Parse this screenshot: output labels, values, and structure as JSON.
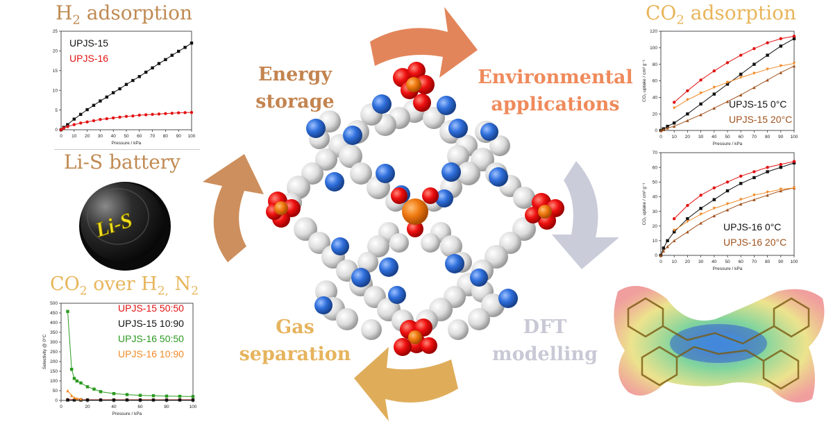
{
  "colors": {
    "title_h2": "#c08a52",
    "title_co2": "#e8b55a",
    "title_lis": "#c08a52",
    "title_sel": "#e8b55a",
    "energy": "#c38450",
    "environment": "#ef8a5b",
    "gas": "#e6b45e",
    "dft": "#c9c9d6"
  },
  "titles": {
    "h2": {
      "main": "H",
      "sub": "2",
      "rest": " adsorption"
    },
    "co2": {
      "main": "CO",
      "sub": "2",
      "rest": " adsorption"
    },
    "lis": "Li-S battery",
    "sel": {
      "main": "CO",
      "sub1": "2",
      "mid": " over H",
      "sub2": "2,",
      "mid2": " N",
      "sub3": "2"
    }
  },
  "cycle": {
    "energy": [
      "Energy",
      "storage"
    ],
    "environment": [
      "Environmental",
      "applications"
    ],
    "gas": [
      "Gas",
      "separation"
    ],
    "dft": [
      "DFT",
      "modelling"
    ]
  },
  "battery_label": "Li-S",
  "chart_data": [
    {
      "type": "line",
      "id": "h2",
      "xlabel": "Pressure / kPa",
      "ylabel": "",
      "xlim": [
        0,
        100
      ],
      "ylim": [
        0,
        25
      ],
      "xticks": [
        0,
        10,
        20,
        30,
        40,
        50,
        60,
        70,
        80,
        90,
        100
      ],
      "yticks": [
        0,
        5,
        10,
        15,
        20,
        25
      ],
      "legend": "top-left",
      "series": [
        {
          "name": "UPJS-15",
          "color": "#111111",
          "marker": "square",
          "x": [
            0,
            2,
            5,
            10,
            15,
            20,
            25,
            30,
            35,
            40,
            45,
            50,
            55,
            60,
            65,
            70,
            75,
            80,
            85,
            90,
            95,
            100
          ],
          "y": [
            0,
            0.6,
            1.3,
            2.7,
            3.9,
            5.1,
            6.2,
            7.3,
            8.3,
            9.4,
            10.4,
            11.5,
            12.5,
            13.5,
            14.6,
            15.7,
            16.8,
            17.8,
            18.9,
            19.9,
            20.9,
            22
          ]
        },
        {
          "name": "UPJS-16",
          "color": "#e21111",
          "marker": "circle",
          "x": [
            0,
            2,
            5,
            10,
            15,
            20,
            25,
            30,
            35,
            40,
            45,
            50,
            55,
            60,
            65,
            70,
            75,
            80,
            85,
            90,
            95,
            100
          ],
          "y": [
            0,
            0.4,
            0.8,
            1.3,
            1.7,
            2.0,
            2.3,
            2.6,
            2.8,
            3.0,
            3.2,
            3.4,
            3.5,
            3.7,
            3.8,
            3.9,
            4.0,
            4.1,
            4.2,
            4.3,
            4.35,
            4.4
          ]
        }
      ]
    },
    {
      "type": "line",
      "id": "co2_15",
      "xlabel": "Pressure / kPa",
      "ylabel": "CO₂ uptake / cm³ g⁻¹",
      "xlim": [
        0,
        100
      ],
      "ylim": [
        0,
        120
      ],
      "xticks": [
        0,
        10,
        20,
        30,
        40,
        50,
        60,
        70,
        80,
        90,
        100
      ],
      "yticks": [
        0,
        20,
        40,
        60,
        80,
        100,
        120
      ],
      "legend": "bottom-right",
      "series": [
        {
          "name": "UPJS-15 0°C",
          "color": "#111111",
          "marker": "square",
          "x": [
            0,
            2,
            5,
            10,
            20,
            30,
            40,
            50,
            60,
            70,
            80,
            90,
            100
          ],
          "y": [
            0,
            2,
            5,
            9,
            20,
            32,
            44,
            56,
            68,
            80,
            91,
            102,
            111
          ]
        },
        {
          "name": "UPJS-15 20°C",
          "color": "#a0521d",
          "marker": "triangle",
          "x": [
            0,
            2,
            5,
            10,
            20,
            30,
            40,
            50,
            60,
            70,
            80,
            90,
            100
          ],
          "y": [
            0,
            1,
            3,
            5,
            12,
            19,
            27,
            35,
            43,
            52,
            61,
            70,
            78
          ]
        },
        {
          "name": "",
          "color": "#e21111",
          "marker": "circle",
          "x": [
            10,
            20,
            30,
            40,
            50,
            60,
            70,
            80,
            90,
            100
          ],
          "y": [
            34,
            48,
            61,
            72,
            82,
            91,
            99,
            106,
            111,
            114
          ]
        },
        {
          "name": "",
          "color": "#f08a28",
          "marker": "triangle-down",
          "x": [
            10,
            20,
            30,
            40,
            50,
            60,
            70,
            80,
            90,
            100
          ],
          "y": [
            27,
            37,
            45,
            52,
            58,
            64,
            69,
            74,
            78,
            81
          ]
        }
      ]
    },
    {
      "type": "line",
      "id": "co2_16",
      "xlabel": "Pressure / kPa",
      "ylabel": "CO₂ uptake / cm³ g⁻¹",
      "xlim": [
        0,
        100
      ],
      "ylim": [
        0,
        70
      ],
      "xticks": [
        0,
        10,
        20,
        30,
        40,
        50,
        60,
        70,
        80,
        90,
        100
      ],
      "yticks": [
        0,
        10,
        20,
        30,
        40,
        50,
        60,
        70
      ],
      "legend": "bottom-right",
      "series": [
        {
          "name": "UPJS-16 0°C",
          "color": "#111111",
          "marker": "square",
          "x": [
            0,
            2,
            5,
            10,
            20,
            30,
            40,
            50,
            60,
            70,
            80,
            90,
            100
          ],
          "y": [
            0,
            5,
            10,
            16,
            25,
            32,
            38,
            44,
            49,
            53,
            57,
            60,
            63
          ]
        },
        {
          "name": "UPJS-16 20°C",
          "color": "#a0521d",
          "marker": "triangle",
          "x": [
            0,
            2,
            5,
            10,
            20,
            30,
            40,
            50,
            60,
            70,
            80,
            90,
            100
          ],
          "y": [
            0,
            3,
            6,
            10,
            16,
            22,
            27,
            31,
            35,
            38,
            41,
            44,
            46
          ]
        },
        {
          "name": "",
          "color": "#e21111",
          "marker": "circle",
          "x": [
            10,
            20,
            30,
            40,
            50,
            60,
            70,
            80,
            90,
            100
          ],
          "y": [
            25,
            34,
            41,
            46,
            50,
            54,
            57,
            60,
            62,
            64
          ]
        },
        {
          "name": "",
          "color": "#f08a28",
          "marker": "triangle-down",
          "x": [
            10,
            20,
            30,
            40,
            50,
            60,
            70,
            80,
            90,
            100
          ],
          "y": [
            17,
            23,
            28,
            32,
            35,
            38,
            41,
            43,
            45,
            46
          ]
        }
      ]
    },
    {
      "type": "line",
      "id": "sel",
      "xlabel": "Pressure / kPa",
      "ylabel": "Selectivity @ 0°C",
      "xlim": [
        0,
        100
      ],
      "ylim": [
        0,
        500
      ],
      "xticks": [
        0,
        20,
        40,
        60,
        80,
        100
      ],
      "yticks": [
        0,
        50,
        100,
        150,
        200,
        250,
        300,
        350,
        400,
        450,
        500
      ],
      "legend": "top-right",
      "series": [
        {
          "name": "UPJS-15 50:50",
          "color": "#e21111",
          "marker": "circle",
          "x": [
            5,
            10,
            15,
            20,
            30,
            40,
            50,
            60,
            70,
            80,
            90,
            100
          ],
          "y": [
            4,
            3,
            3,
            3,
            3,
            3,
            3,
            3,
            3,
            3,
            3,
            3
          ]
        },
        {
          "name": "UPJS-15 10:90",
          "color": "#111111",
          "marker": "square",
          "x": [
            5,
            10,
            15,
            20,
            30,
            40,
            50,
            60,
            70,
            80,
            90,
            100
          ],
          "y": [
            2,
            2,
            2,
            2,
            2,
            2,
            2,
            2,
            2,
            2,
            2,
            2
          ]
        },
        {
          "name": "UPJS-16 50:50",
          "color": "#2a9a1f",
          "marker": "square",
          "x": [
            5,
            8,
            10,
            12,
            15,
            20,
            25,
            30,
            40,
            50,
            60,
            70,
            80,
            90,
            100
          ],
          "y": [
            458,
            160,
            113,
            100,
            90,
            70,
            58,
            45,
            35,
            30,
            26,
            24,
            22,
            21,
            20
          ]
        },
        {
          "name": "UPJS-16 10:90",
          "color": "#f08a28",
          "marker": "triangle",
          "x": [
            5,
            8,
            10,
            12,
            15
          ],
          "y": [
            50,
            25,
            14,
            10,
            8
          ]
        }
      ]
    }
  ]
}
